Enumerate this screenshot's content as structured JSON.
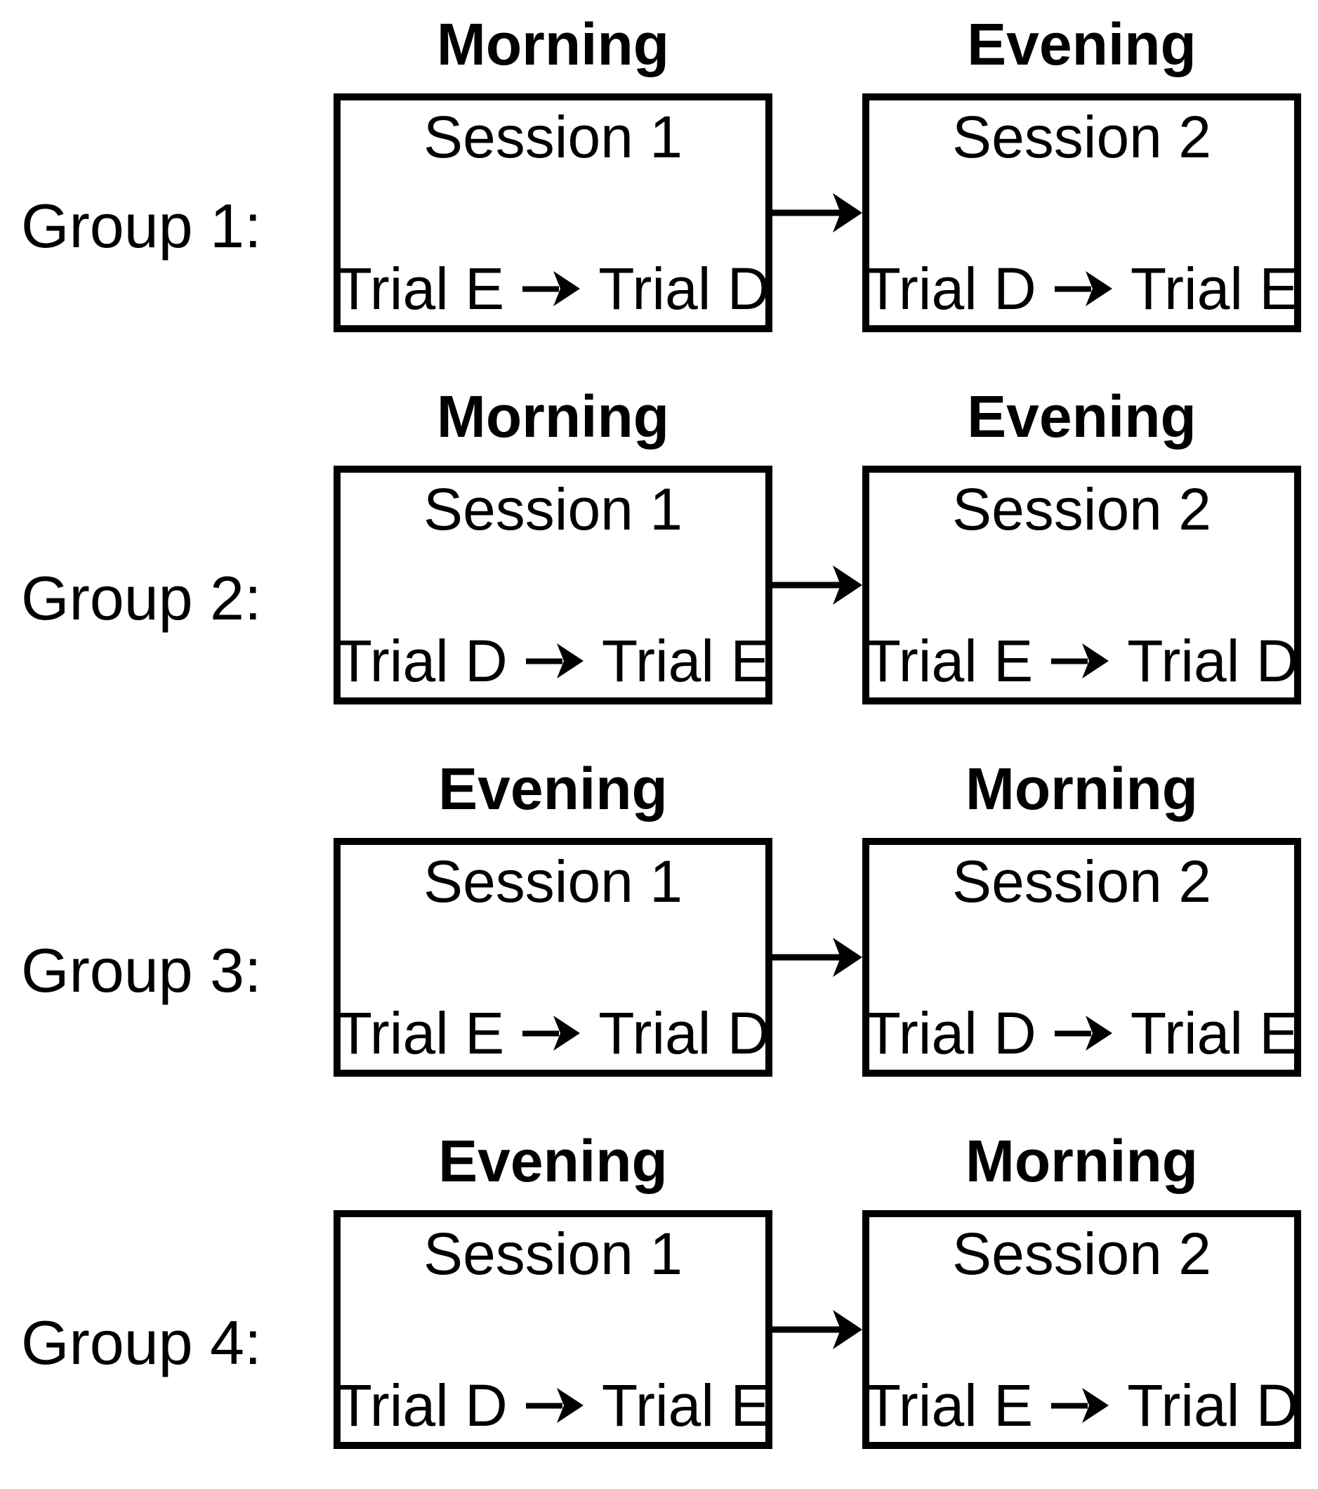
{
  "diagram": {
    "background_color": "#ffffff",
    "foreground_color": "#000000",
    "arrow_icon": "right-arrow",
    "groups": [
      {
        "label": "Group 1:",
        "sessions": [
          {
            "time": "Morning",
            "title": "Session 1",
            "trials": {
              "first": "Trial E",
              "second": "Trial D"
            }
          },
          {
            "time": "Evening",
            "title": "Session 2",
            "trials": {
              "first": "Trial D",
              "second": "Trial E"
            }
          }
        ]
      },
      {
        "label": "Group 2:",
        "sessions": [
          {
            "time": "Morning",
            "title": "Session 1",
            "trials": {
              "first": "Trial D",
              "second": "Trial E"
            }
          },
          {
            "time": "Evening",
            "title": "Session 2",
            "trials": {
              "first": "Trial E",
              "second": "Trial D"
            }
          }
        ]
      },
      {
        "label": "Group 3:",
        "sessions": [
          {
            "time": "Evening",
            "title": "Session 1",
            "trials": {
              "first": "Trial E",
              "second": "Trial D"
            }
          },
          {
            "time": "Morning",
            "title": "Session 2",
            "trials": {
              "first": "Trial D",
              "second": "Trial E"
            }
          }
        ]
      },
      {
        "label": "Group 4:",
        "sessions": [
          {
            "time": "Evening",
            "title": "Session 1",
            "trials": {
              "first": "Trial D",
              "second": "Trial E"
            }
          },
          {
            "time": "Morning",
            "title": "Session 2",
            "trials": {
              "first": "Trial E",
              "second": "Trial D"
            }
          }
        ]
      }
    ]
  }
}
